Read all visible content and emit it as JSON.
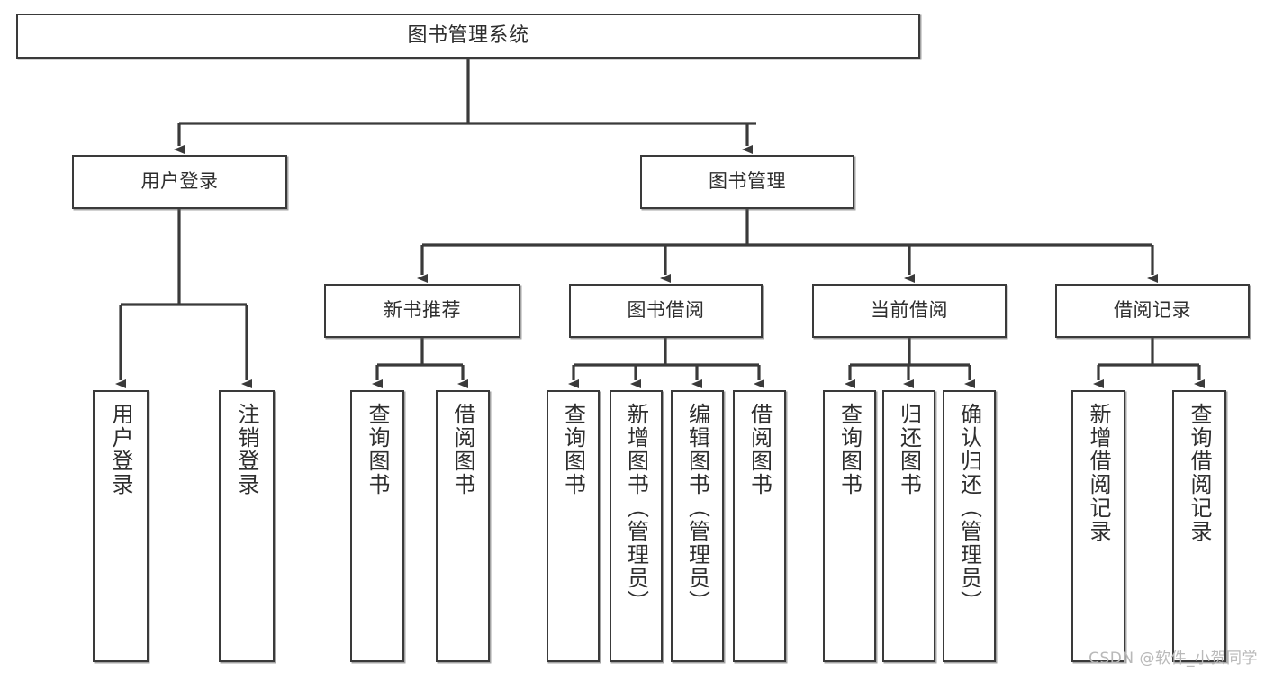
{
  "diagram": {
    "title": "图书管理系统",
    "type": "tree-hierarchy-diagram",
    "orientation": "top-down",
    "style": {
      "box_border_color": "#3a3a3a",
      "box_fill_color": "#ffffff",
      "text_color": "#2e2e2e",
      "edge_color": "#3a3a3a",
      "background_color": "#ffffff",
      "watermark_color": "#b9b9b9"
    },
    "nodes": {
      "root": {
        "label": "图书管理系统",
        "level": 0,
        "orientation": "horizontal"
      },
      "l1": [
        {
          "id": "user-login",
          "label": "用户登录",
          "level": 1,
          "orientation": "horizontal"
        },
        {
          "id": "book-manage",
          "label": "图书管理",
          "level": 1,
          "orientation": "horizontal"
        }
      ],
      "l2": [
        {
          "id": "new-book-recommend",
          "label": "新书推荐",
          "level": 2,
          "orientation": "horizontal",
          "parent": "book-manage"
        },
        {
          "id": "book-borrow",
          "label": "图书借阅",
          "level": 2,
          "orientation": "horizontal",
          "parent": "book-manage"
        },
        {
          "id": "current-borrow",
          "label": "当前借阅",
          "level": 2,
          "orientation": "horizontal",
          "parent": "book-manage"
        },
        {
          "id": "borrow-record",
          "label": "借阅记录",
          "level": 2,
          "orientation": "horizontal",
          "parent": "book-manage"
        }
      ],
      "leaves": [
        {
          "id": "leaf-user-login",
          "label": "用户登录",
          "parent": "user-login"
        },
        {
          "id": "leaf-logout-login",
          "label": "注销登录",
          "parent": "user-login"
        },
        {
          "id": "leaf-query-book-1",
          "label": "查询图书",
          "parent": "new-book-recommend"
        },
        {
          "id": "leaf-borrow-book-1",
          "label": "借阅图书",
          "parent": "new-book-recommend"
        },
        {
          "id": "leaf-query-book-2",
          "label": "查询图书",
          "parent": "book-borrow"
        },
        {
          "id": "leaf-add-book",
          "label": "新增图书（管理员）",
          "parent": "book-borrow"
        },
        {
          "id": "leaf-edit-book",
          "label": "编辑图书（管理员）",
          "parent": "book-borrow"
        },
        {
          "id": "leaf-borrow-book-2",
          "label": "借阅图书",
          "parent": "book-borrow"
        },
        {
          "id": "leaf-query-book-3",
          "label": "查询图书",
          "parent": "current-borrow"
        },
        {
          "id": "leaf-return-book",
          "label": "归还图书",
          "parent": "current-borrow"
        },
        {
          "id": "leaf-confirm-return",
          "label": "确认归还（管理员）",
          "parent": "current-borrow"
        },
        {
          "id": "leaf-add-record",
          "label": "新增借阅记录",
          "parent": "borrow-record"
        },
        {
          "id": "leaf-query-record",
          "label": "查询借阅记录",
          "parent": "borrow-record"
        }
      ]
    },
    "watermark": "CSDN @软件_小贺同学"
  }
}
